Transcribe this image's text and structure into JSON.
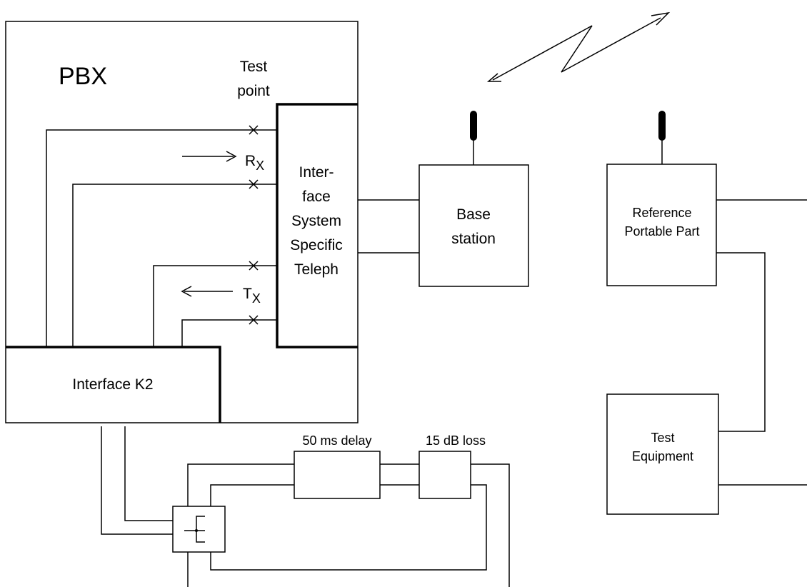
{
  "pbx": {
    "label": "PBX"
  },
  "test_point": {
    "line1": "Test",
    "line2": "point"
  },
  "rx": {
    "letter": "R",
    "sub": "X"
  },
  "tx": {
    "letter": "T",
    "sub": "X"
  },
  "interface_telephony": {
    "line1": "Inter-",
    "line2": "face",
    "line3": "System",
    "line4": "Specific",
    "line5": "Teleph"
  },
  "interface_k2": {
    "label": "Interface K2"
  },
  "base_station": {
    "line1": "Base",
    "line2": "station"
  },
  "reference_portable_part": {
    "line1": "Reference",
    "line2": "Portable Part"
  },
  "test_equipment": {
    "line1": "Test",
    "line2": "Equipment"
  },
  "delay": {
    "label": "50 ms delay"
  },
  "loss": {
    "label": "15 dB loss"
  }
}
